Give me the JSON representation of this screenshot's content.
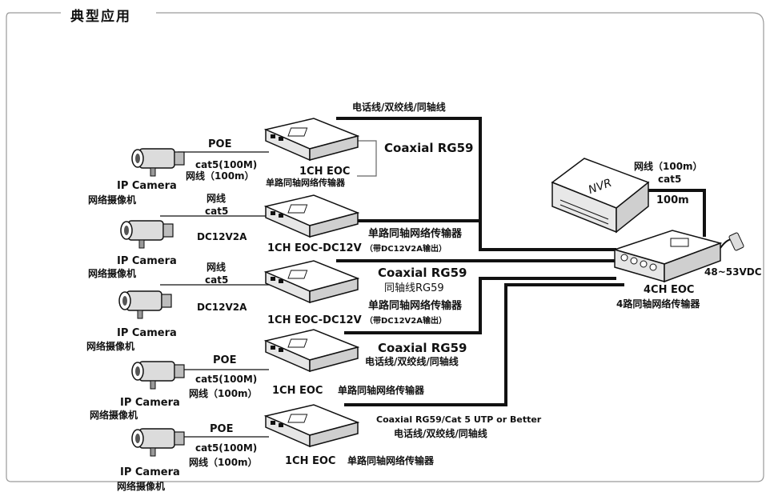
{
  "title": "典型应用",
  "cameras": [
    {
      "label_en": "IP Camera",
      "label_cn": "网络摄像机"
    },
    {
      "label_en": "IP Camera",
      "label_cn": "网络摄像机"
    },
    {
      "label_en": "IP Camera",
      "label_cn": "网络摄像机"
    },
    {
      "label_en": "IP Camera",
      "label_cn": "网络摄像机"
    },
    {
      "label_en": "IP Camera",
      "label_cn": "网络摄像机"
    }
  ],
  "links": [
    {
      "top": "POE",
      "mid": "cat5(100M)",
      "bottom": "网线（100m）"
    },
    {
      "top": "网线",
      "mid": "cat5",
      "bottom": "DC12V2A"
    },
    {
      "top": "网线",
      "mid": "cat5",
      "bottom": "DC12V2A"
    },
    {
      "top": "POE",
      "mid": "cat5(100M)",
      "bottom": "网线（100m）"
    },
    {
      "top": "POE",
      "mid": "cat5(100M)",
      "bottom": "网线（100m）"
    }
  ],
  "devices": [
    {
      "name": "1CH EOC",
      "desc": "单路同轴网络传输器"
    },
    {
      "name": "1CH EOC-DC12V",
      "desc": "单路同轴网络传输器",
      "note": "（带DC12V2A输出）"
    },
    {
      "name": "1CH EOC-DC12V",
      "desc": "单路同轴网络传输器",
      "note": "（带DC12V2A输出）"
    },
    {
      "name": "1CH EOC",
      "desc": "单路同轴网络传输器"
    },
    {
      "name": "1CH EOC",
      "desc": "单路同轴网络传输器"
    }
  ],
  "cable_labels": {
    "c1_top": "电话线/双绞线/同轴线",
    "c1_name": "Coaxial RG59",
    "c3_name": "Coaxial RG59",
    "c3_sub": "同轴线RG59",
    "c4_name": "Coaxial RG59",
    "c4_sub": "电话线/双绞线/同轴线",
    "c5_name": "Coaxial RG59/Cat 5 UTP or Better",
    "c5_sub": "电话线/双绞线/同轴线"
  },
  "nvr": {
    "label": "NVR",
    "link_top": "网线（100m）",
    "link_mid": "cat5",
    "link_len": "100m"
  },
  "hub": {
    "name": "4CH EOC",
    "desc": "4路同轴网络传输器",
    "power": "48~53VDC"
  },
  "colors": {
    "cable": "#111111",
    "box_top": "#ffffff",
    "box_side": "#d9d9d9",
    "frame": "#9a9a9a"
  }
}
